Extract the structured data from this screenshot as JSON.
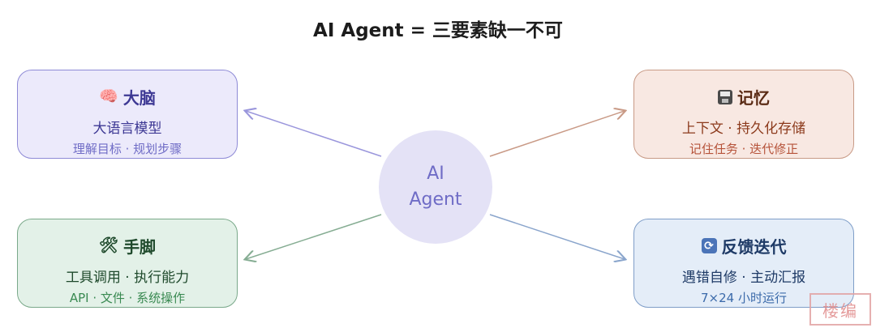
{
  "title": "AI Agent = 三要素缺一不可",
  "hub": {
    "line1": "AI",
    "line2": "Agent"
  },
  "cards": {
    "brain": {
      "icon": "brain-icon",
      "glyph": "🧠",
      "title": "大脑",
      "subtitle": "大语言模型",
      "note": "理解目标 · 规划步骤"
    },
    "memory": {
      "icon": "floppy-disk-icon",
      "title": "记忆",
      "subtitle": "上下文 · 持久化存储",
      "note": "记住任务 · 迭代修正"
    },
    "hands": {
      "icon": "tools-icon",
      "glyph": "🛠",
      "title": "手脚",
      "subtitle": "工具调用 · 执行能力",
      "note": "API · 文件 · 系统操作"
    },
    "feedback": {
      "icon": "refresh-icon",
      "glyph": "⟳",
      "title": "反馈迭代",
      "subtitle": "遇错自修 · 主动汇报",
      "note": "7×24 小时运行"
    }
  },
  "colors": {
    "brain_arrow": "#9a96dc",
    "memory_arrow": "#c99a86",
    "hands_arrow": "#86ad93",
    "feedback_arrow": "#8aa5cc"
  },
  "watermark": "楼编"
}
